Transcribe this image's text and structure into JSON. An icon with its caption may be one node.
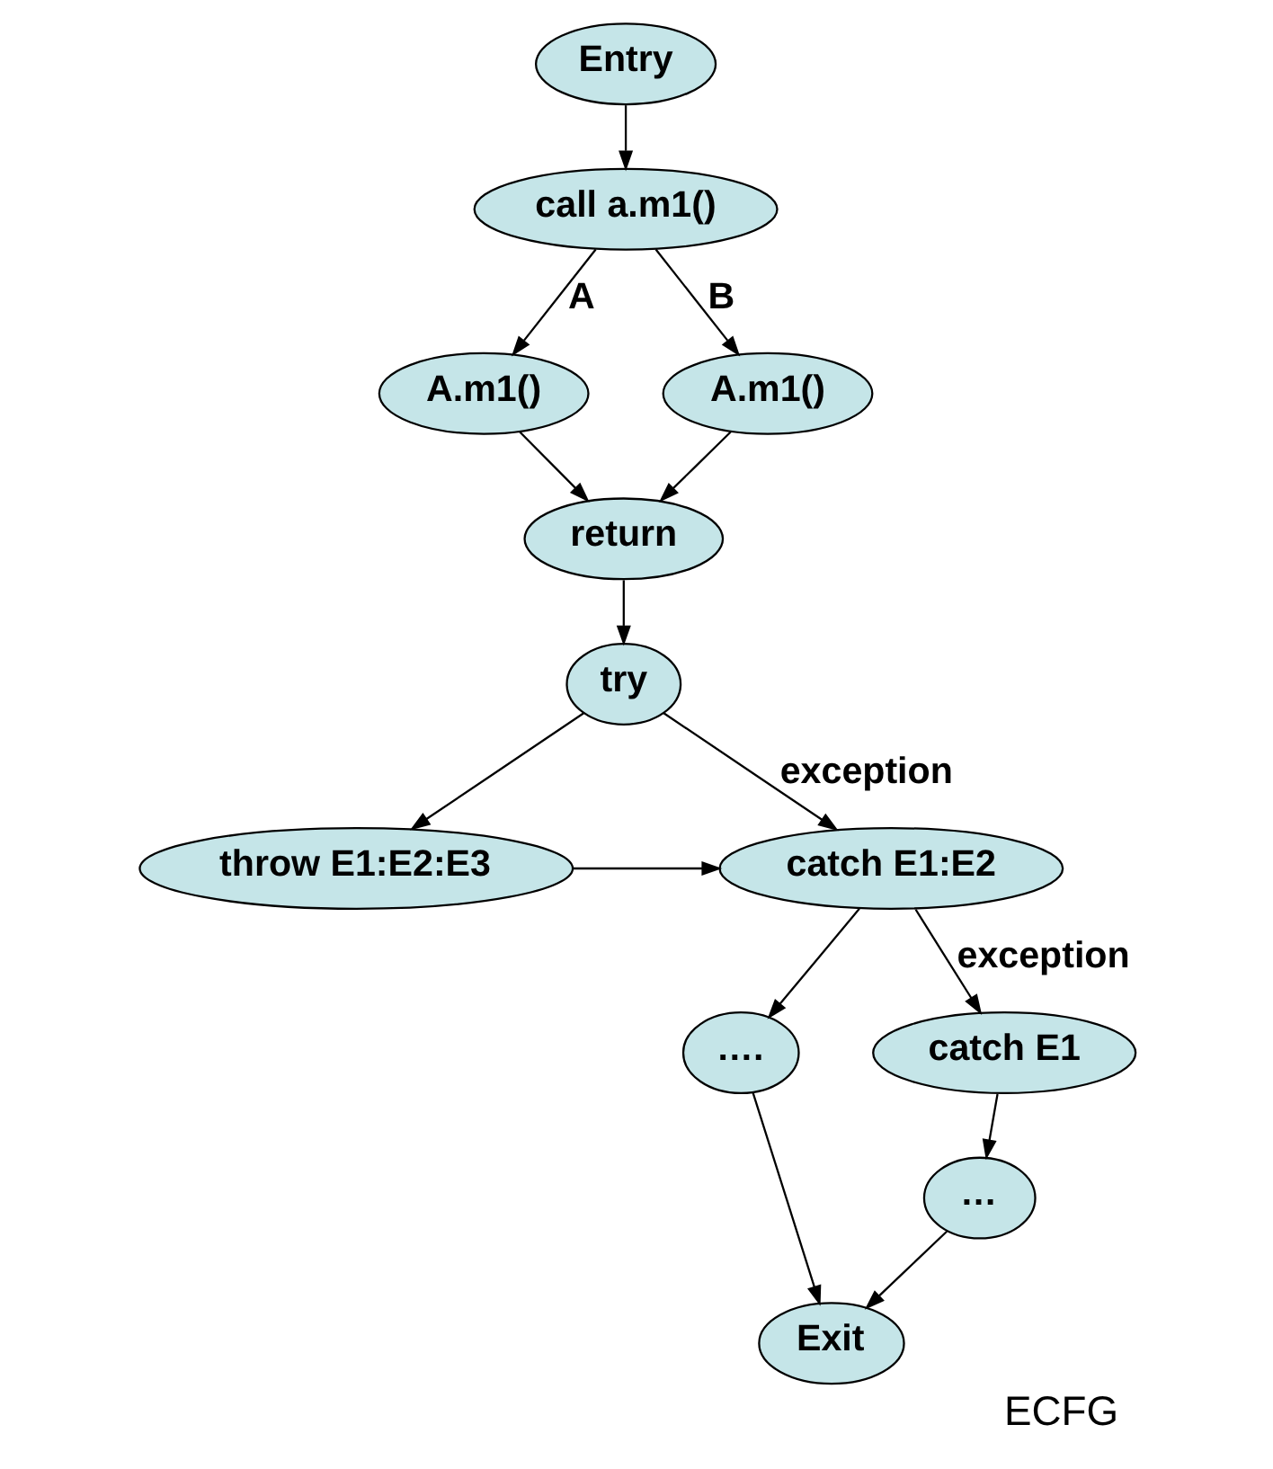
{
  "diagram": {
    "caption": "ECFG",
    "nodes": [
      {
        "text": [
          "Entry"
        ]
      },
      {
        "text": [
          "call a.m1()"
        ]
      },
      {
        "text": [
          "A.m1()"
        ]
      },
      {
        "text": [
          "A.m1()"
        ]
      },
      {
        "text": [
          "return"
        ]
      },
      {
        "text": [
          "try"
        ]
      },
      {
        "text": [
          "throw E1:E2:E3"
        ]
      },
      {
        "text": [
          "catch E1:E2"
        ]
      },
      {
        "text": [
          "…."
        ]
      },
      {
        "text": [
          "catch E1"
        ]
      },
      {
        "text": [
          "…"
        ]
      },
      {
        "text": [
          "Exit"
        ]
      }
    ],
    "edges": [
      {
        "from": 0,
        "to": 1,
        "arrow": "to"
      },
      {
        "from": 1,
        "to": 2,
        "arrow": "to",
        "label": "A"
      },
      {
        "from": 1,
        "to": 3,
        "arrow": "to",
        "label": "B"
      },
      {
        "from": 2,
        "to": 4,
        "arrow": "to"
      },
      {
        "from": 3,
        "to": 4,
        "arrow": "to"
      },
      {
        "from": 4,
        "to": 5,
        "arrow": "to"
      },
      {
        "from": 5,
        "to": 6,
        "arrow": "to"
      },
      {
        "from": 5,
        "to": 7,
        "arrow": "to",
        "label": "exception"
      },
      {
        "from": 6,
        "to": 7,
        "arrow": "to"
      },
      {
        "from": 7,
        "to": 8,
        "arrow": "to"
      },
      {
        "from": 7,
        "to": 9,
        "arrow": "to",
        "label": "exception"
      },
      {
        "from": 9,
        "to": 10,
        "arrow": "to"
      },
      {
        "from": 8,
        "to": 11,
        "arrow": "to"
      },
      {
        "from": 10,
        "to": 11,
        "arrow": "to"
      }
    ]
  }
}
